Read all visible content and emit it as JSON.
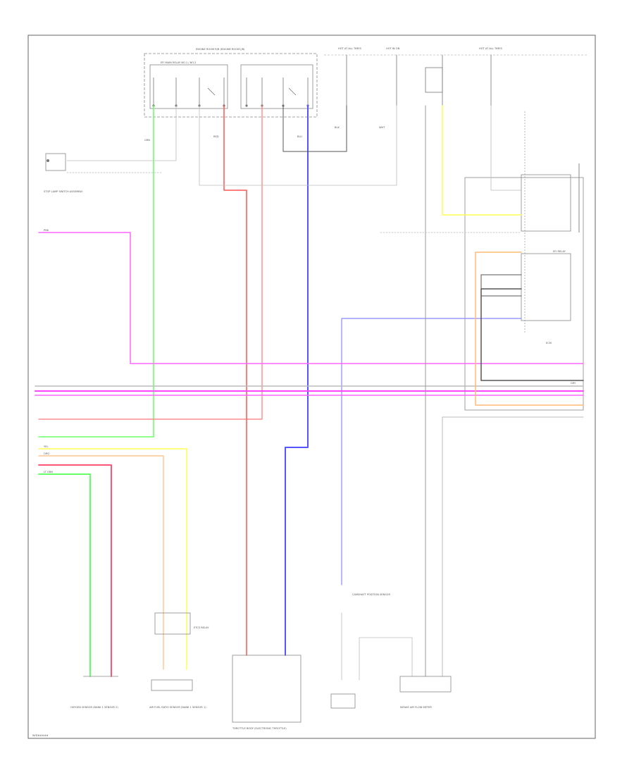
{
  "diagram": {
    "corner_code": "W/D#####",
    "colors": {
      "green": "#66ff66",
      "red": "#ff5555",
      "blue": "#5555ff",
      "pink": "#ff66ff",
      "yellow": "#ffff55",
      "orange": "#ffbb77",
      "gray": "#bbbbbb",
      "dark": "#555555"
    },
    "components": {
      "engine_room_box": "ENGINE ROOM R/B (ENGINE ROOM J/B)",
      "relay_label": "EFI MAIN RELAY NO.1 / NO.2",
      "fuse_a": "HOT AT ALL TIMES",
      "fuse_b": "HOT IN ON",
      "fuse_c": "HOT AT ALL TIMES",
      "left_sensor": "STOP LAMP SWITCH ASSEMBLY",
      "right_relay": "EFI RELAY",
      "ecm": "ECM",
      "bottom_1": "OXYGEN SENSOR (BANK 1 SENSOR 2)",
      "bottom_2": "AIR FUEL RATIO SENSOR (BANK 1 SENSOR 1)",
      "bottom_3": "ETCS RELAY",
      "bottom_4": "THROTTLE BODY (ELECTRONIC THROTTLE)",
      "bottom_5": "CAMSHAFT POSITION SENSOR",
      "bottom_6": "INTAKE AIR FLOW METER"
    },
    "wire_labels": {
      "grn": "GRN",
      "red": "RED",
      "blu": "BLU",
      "pnk": "PNK",
      "yel": "YEL",
      "org": "ORG",
      "wht": "WHT",
      "blk": "BLK",
      "gry": "GRY",
      "ltgrn": "LT GRN"
    }
  }
}
